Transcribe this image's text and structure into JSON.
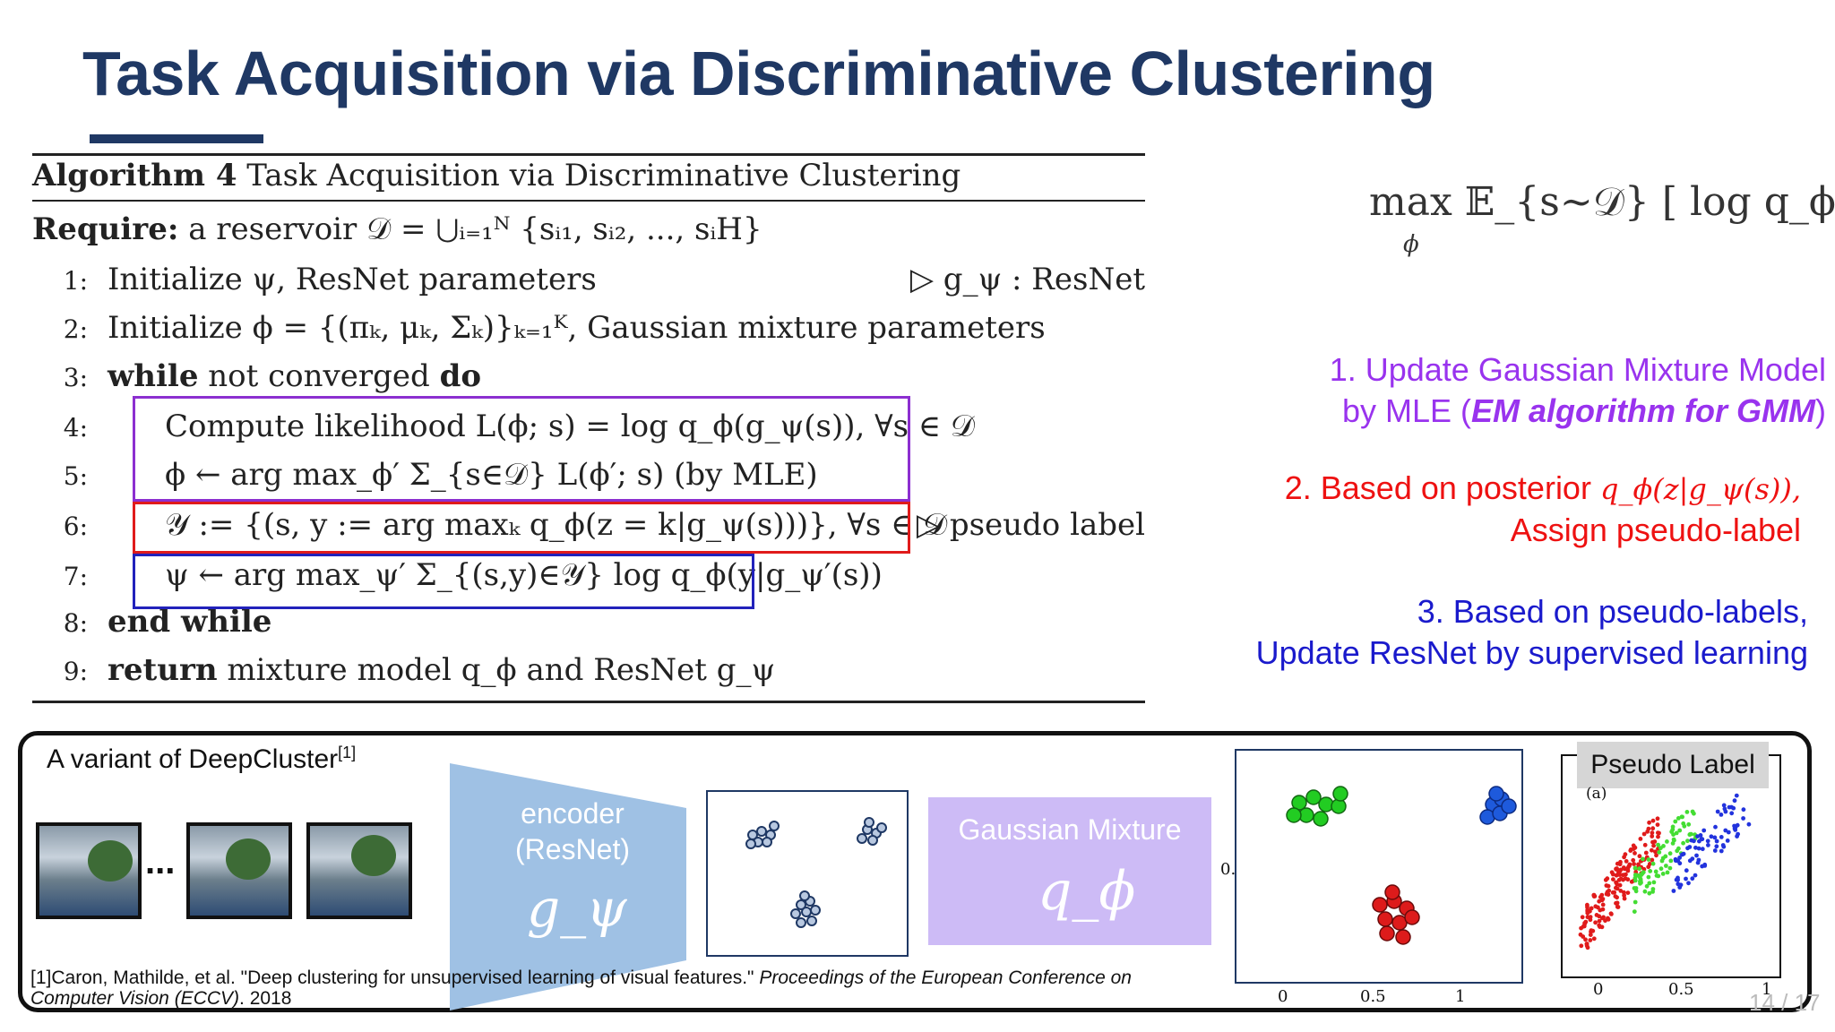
{
  "slide": {
    "title": "Task Acquisition via Discriminative Clustering",
    "page_number": "14 / 17"
  },
  "algorithm": {
    "header_label": "Algorithm 4",
    "header_title": "Task Acquisition via Discriminative Clustering",
    "require_label": "Require:",
    "require_text": "a reservoir 𝒟 = ⋃ᵢ₌₁ᴺ {sᵢ₁, sᵢ₂, ..., sᵢH}",
    "lines": [
      {
        "num": "1:",
        "text": "Initialize ψ, ResNet parameters",
        "comment": "▷ g_ψ : ResNet"
      },
      {
        "num": "2:",
        "text": "Initialize ϕ = {(πₖ, μₖ, Σₖ)}ₖ₌₁ᴷ, Gaussian mixture parameters",
        "comment": ""
      },
      {
        "num": "3:",
        "kw": "while",
        "text": " not converged ",
        "kw2": "do",
        "comment": ""
      },
      {
        "num": "4:",
        "text": "Compute likelihood L(ϕ; s) = log q_ϕ(g_ψ(s)), ∀s ∈ 𝒟",
        "comment": ""
      },
      {
        "num": "5:",
        "text": "ϕ ← arg max_ϕ′ Σ_{s∈𝒟} L(ϕ′; s) (by MLE)",
        "comment": ""
      },
      {
        "num": "6:",
        "text": "𝒴 := {(s, y := arg maxₖ q_ϕ(z = k|g_ψ(s)))}, ∀s ∈ 𝒟",
        "comment": "▷ pseudo label"
      },
      {
        "num": "7:",
        "text": "ψ ← arg max_ψ′ Σ_{(s,y)∈𝒴} log q_ϕ(y|g_ψ′(s))",
        "comment": ""
      },
      {
        "num": "8:",
        "kw": "end while",
        "text": "",
        "comment": ""
      },
      {
        "num": "9:",
        "kw": "return",
        "text": " mixture model q_ϕ and ResNet g_ψ",
        "comment": ""
      }
    ]
  },
  "objective": {
    "formula": "max 𝔼_{s∼𝒟} [ log q_ϕ(s) ]",
    "sub": "ϕ"
  },
  "notes": {
    "note1_line1": "1. Update Gaussian Mixture Model",
    "note1_line2_pre": "by MLE (",
    "note1_line2_em": "EM algorithm for GMM",
    "note1_line2_post": ")",
    "note2_line1_pre": "2. Based on posterior ",
    "note2_line1_math": "q_ϕ(z|g_ψ(s)),",
    "note2_line2": "Assign pseudo-label",
    "note3_line1": "3. Based on pseudo-labels,",
    "note3_line2": "Update ResNet by supervised learning"
  },
  "panel": {
    "title": "A variant of DeepCluster",
    "title_ref": "[1]",
    "ellipsis": "...",
    "encoder_line1": "encoder",
    "encoder_line2": "(ResNet)",
    "encoder_symbol": "g_ψ",
    "gmm_label": "Gaussian Mixture",
    "gmm_symbol": "q_ϕ",
    "pseudo_label": "Pseudo Label",
    "scatter_tag": "(a)",
    "axis_ticks_cluster": [
      "0",
      "0.5",
      "1"
    ],
    "axis_ticks_scatter": [
      "0",
      "0.5",
      "1"
    ],
    "axis_y_tick": "0.",
    "citation_pre": "[1]Caron, Mathilde, et al. \"Deep clustering for unsupervised learning of visual features.\" ",
    "citation_venue": "Proceedings of the European Conference on Computer Vision (ECCV)",
    "citation_post": ". 2018"
  },
  "colors": {
    "title": "#1f3864",
    "note1": "#9933ee",
    "note2": "#ee1111",
    "note3": "#1a1acc",
    "box_mle": "#8c2fd0",
    "box_pseudo": "#e01b1b",
    "box_resnet": "#2222bb",
    "encoder": "#9fc1e4",
    "gmm": "#cdbbf6"
  }
}
